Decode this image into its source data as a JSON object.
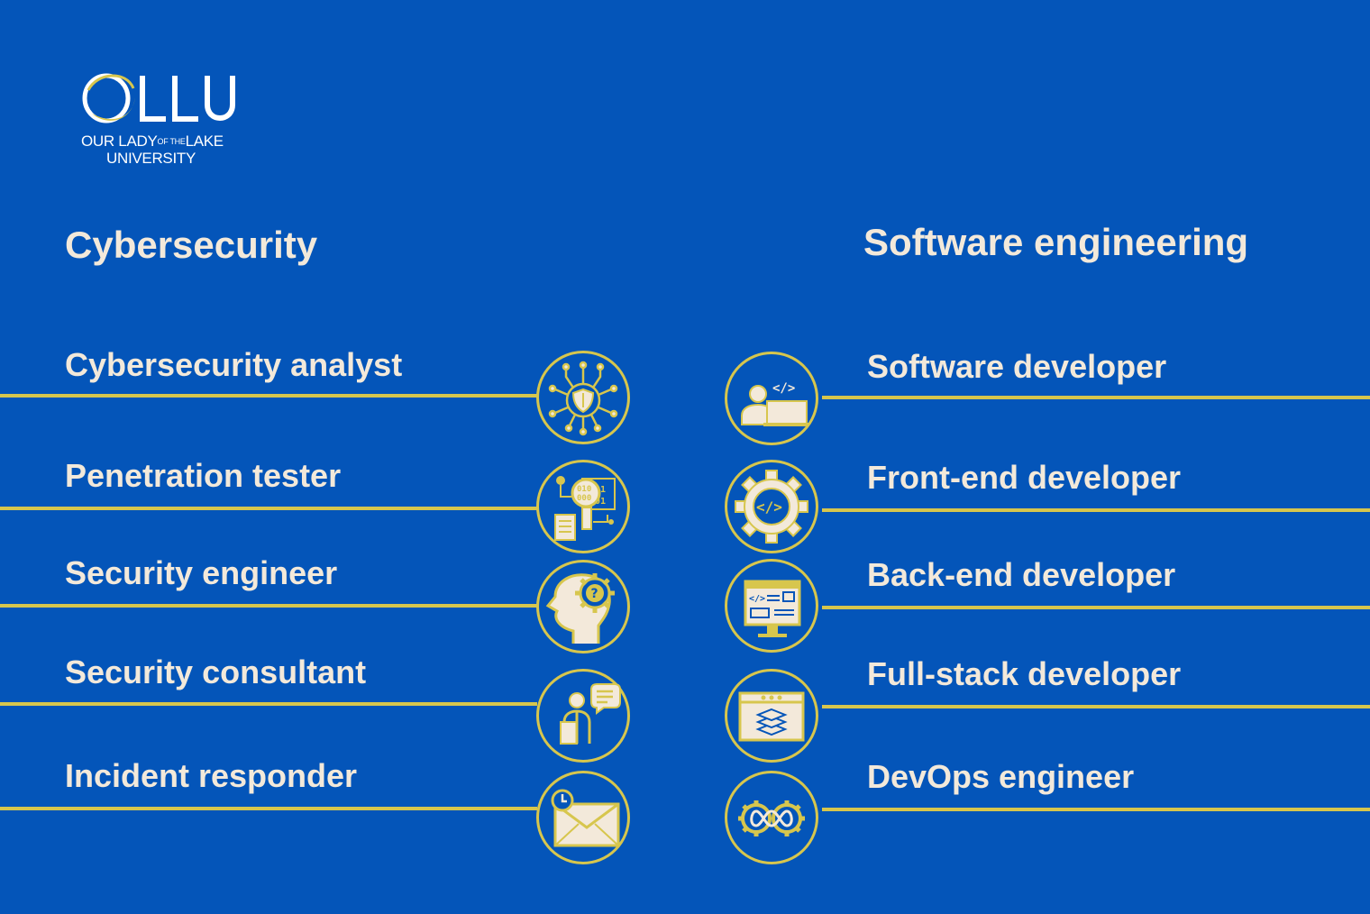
{
  "logo": {
    "wordmark": "OLLU",
    "line1": "OUR LADY",
    "line1_small": "OF THE",
    "line1_end": "LAKE",
    "line2": "UNIVERSITY"
  },
  "left": {
    "heading": "Cybersecurity",
    "items": [
      {
        "label": "Cybersecurity analyst",
        "icon": "network-shield-icon"
      },
      {
        "label": "Penetration tester",
        "icon": "magnifier-binary-icon"
      },
      {
        "label": "Security engineer",
        "icon": "head-gear-question-icon"
      },
      {
        "label": "Security consultant",
        "icon": "consultant-chat-icon"
      },
      {
        "label": "Incident responder",
        "icon": "envelope-clock-icon"
      }
    ]
  },
  "right": {
    "heading": "Software engineering",
    "items": [
      {
        "label": "Software developer",
        "icon": "developer-laptop-icon"
      },
      {
        "label": "Front-end developer",
        "icon": "gear-code-icon"
      },
      {
        "label": "Back-end developer",
        "icon": "monitor-code-icon"
      },
      {
        "label": "Full-stack developer",
        "icon": "browser-stack-icon"
      },
      {
        "label": "DevOps engineer",
        "icon": "infinity-gears-icon"
      }
    ]
  },
  "colors": {
    "background": "#0455B9",
    "accent": "#D7C64D",
    "text": "#F3E9DA"
  }
}
